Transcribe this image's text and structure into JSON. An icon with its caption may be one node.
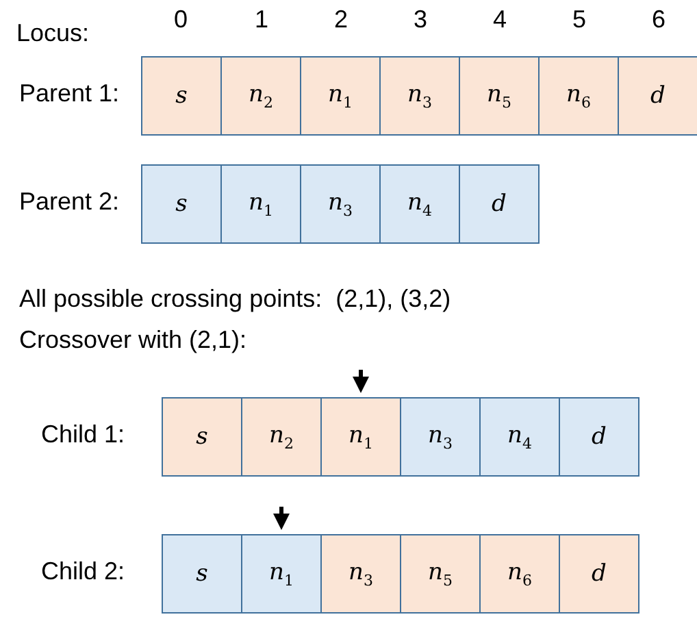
{
  "diagram": {
    "nodes": [
      {
        "text": [
          "s"
        ]
      },
      {
        "text": [
          "n$_{2}$"
        ]
      },
      {
        "text": [
          "n$_{1}$"
        ]
      },
      {
        "text": [
          "n$_{3}$"
        ]
      },
      {
        "text": [
          "n$_{5}$"
        ]
      },
      {
        "text": [
          "n$_{6}$"
        ]
      },
      {
        "text": [
          "d"
        ]
      },
      {
        "text": [
          "s"
        ]
      },
      {
        "text": [
          "n$_{1}$"
        ]
      },
      {
        "text": [
          "n$_{3}$"
        ]
      },
      {
        "text": [
          "n$_{4}$"
        ]
      },
      {
        "text": [
          "d"
        ]
      },
      {
        "text": [
          "s"
        ]
      },
      {
        "text": [
          "n$_{2}$"
        ]
      },
      {
        "text": [
          "n$_{1}$"
        ]
      },
      {
        "text": [
          "n$_{3}$"
        ]
      },
      {
        "text": [
          "n$_{4}$"
        ]
      },
      {
        "text": [
          "d"
        ]
      },
      {
        "text": [
          "s"
        ]
      },
      {
        "text": [
          "n$_{1}$"
        ]
      },
      {
        "text": [
          "n$_{3}$"
        ]
      },
      {
        "text": [
          "n$_{5}$"
        ]
      },
      {
        "text": [
          "n$_{6}$"
        ]
      },
      {
        "text": [
          "d"
        ]
      }
    ],
    "edges": [
      {
        "from": null,
        "to": 14,
        "arrow": "to"
      },
      {
        "from": null,
        "to": 19,
        "arrow": "to"
      }
    ],
    "labels": [
      "Locus:",
      "0",
      "1",
      "2",
      "3",
      "4",
      "5",
      "6",
      "Parent 1:",
      "Parent 2:",
      "All possible crossing points:  (2,1), (3,2)",
      "Crossover with (2,1):",
      "Child 1:",
      "Child 2:"
    ]
  }
}
